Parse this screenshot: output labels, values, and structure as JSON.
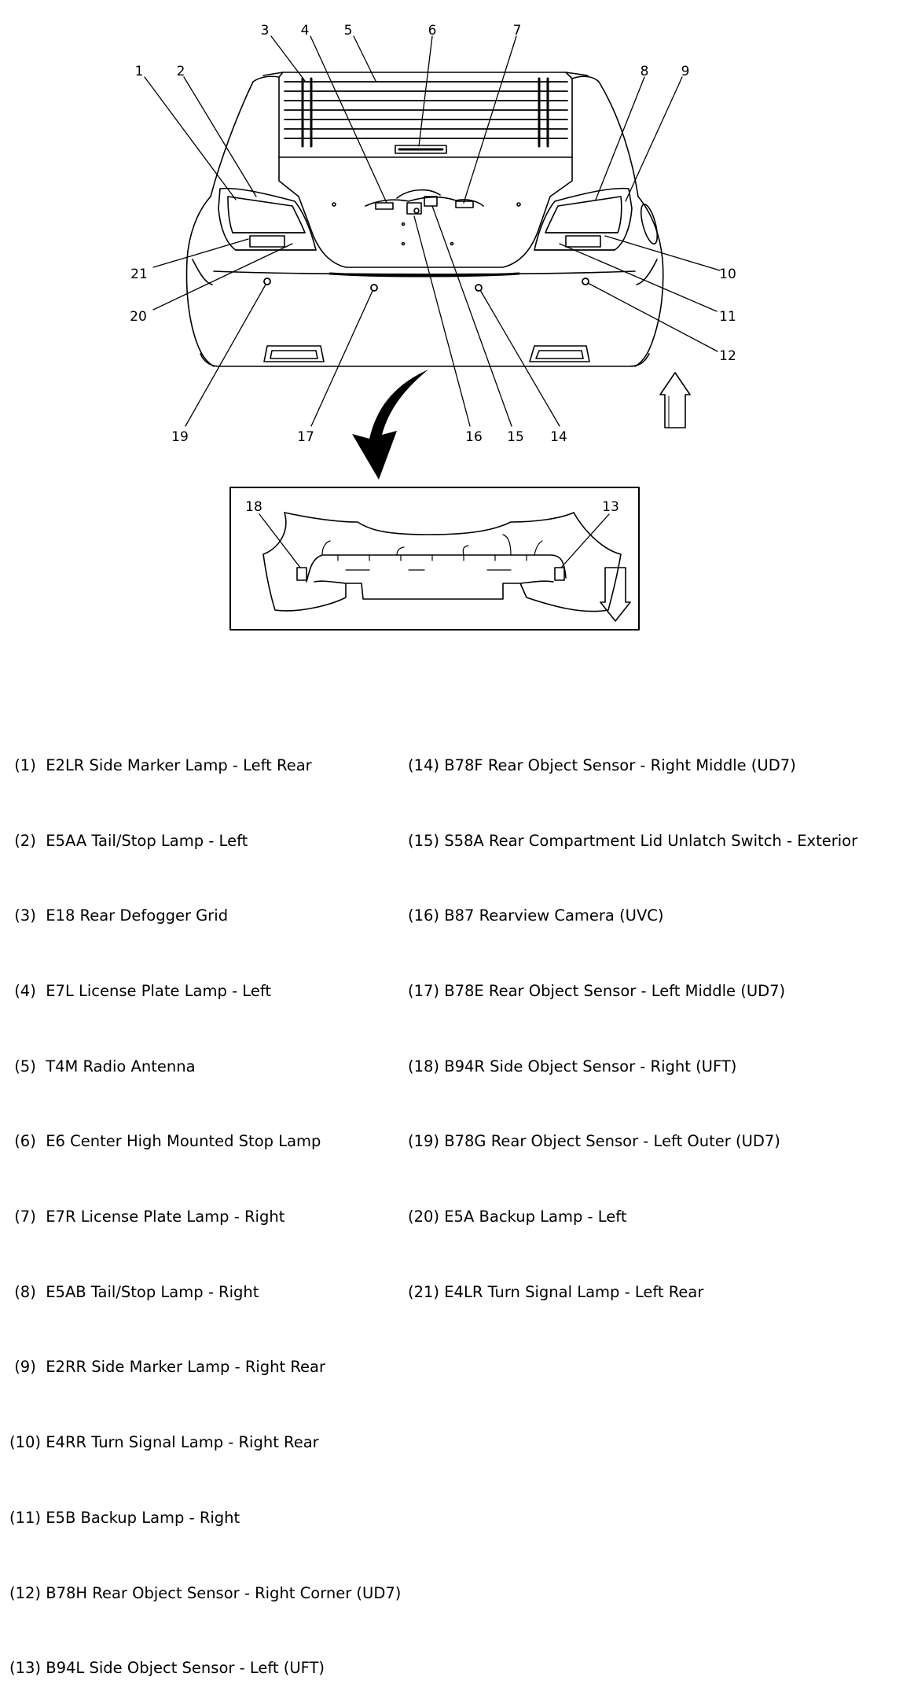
{
  "callouts": {
    "c1": "1",
    "c2": "2",
    "c3": "3",
    "c4": "4",
    "c5": "5",
    "c6": "6",
    "c7": "7",
    "c8": "8",
    "c9": "9",
    "c10": "10",
    "c11": "11",
    "c12": "12",
    "c13": "13",
    "c14": "14",
    "c15": "15",
    "c16": "16",
    "c17": "17",
    "c18": "18",
    "c19": "19",
    "c20": "20",
    "c21": "21"
  },
  "legend_left": [
    " (1)  E2LR Side Marker Lamp - Left Rear",
    " (2)  E5AA Tail/Stop Lamp - Left",
    " (3)  E18 Rear Defogger Grid",
    " (4)  E7L License Plate Lamp - Left",
    " (5)  T4M Radio Antenna",
    " (6)  E6 Center High Mounted Stop Lamp",
    " (7)  E7R License Plate Lamp - Right",
    " (8)  E5AB Tail/Stop Lamp - Right",
    " (9)  E2RR Side Marker Lamp - Right Rear",
    "(10) E4RR Turn Signal Lamp - Right Rear",
    "(11) E5B Backup Lamp - Right",
    "(12) B78H Rear Object Sensor - Right Corner (UD7)",
    "(13) B94L Side Object Sensor - Left (UFT)"
  ],
  "legend_right": [
    "(14) B78F Rear Object Sensor - Right Middle (UD7)",
    "(15) S58A Rear Compartment Lid Unlatch Switch - Exterior",
    "(16) B87 Rearview Camera (UVC)",
    "(17) B78E Rear Object Sensor - Left Middle (UD7)",
    "(18) B94R Side Object Sensor - Right (UFT)",
    "(19) B78G Rear Object Sensor - Left Outer (UD7)",
    "(20) E5A Backup Lamp - Left",
    "(21) E4LR Turn Signal Lamp - Left Rear"
  ]
}
